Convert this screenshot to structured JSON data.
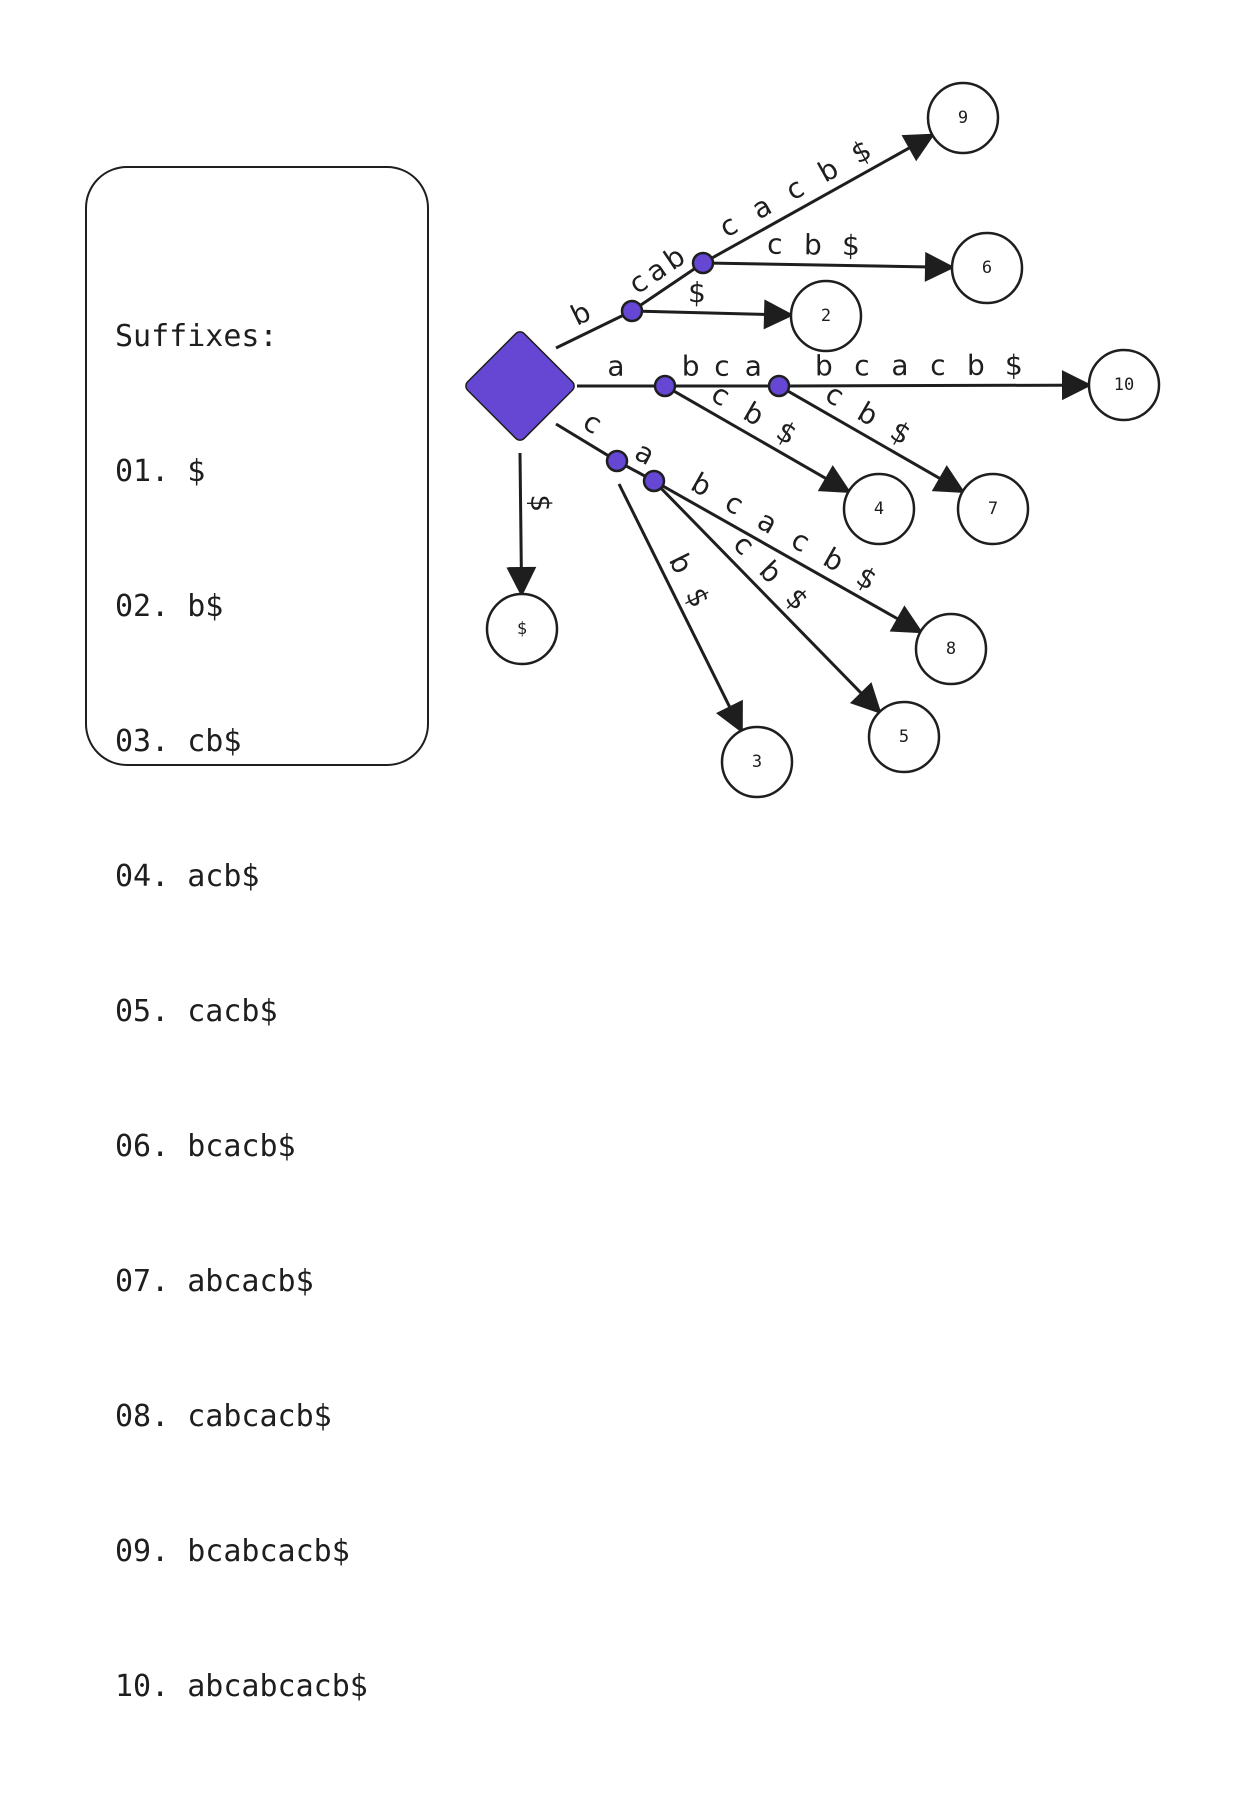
{
  "suffix_panel": {
    "title": "Suffixes:",
    "items": [
      "01. $",
      "02. b$",
      "03. cb$",
      "04. acb$",
      "05. cacb$",
      "06. bcacb$",
      "07. abcacb$",
      "08. cabcacb$",
      "09. bcabcacb$",
      "10. abcabcacb$"
    ]
  },
  "colors": {
    "node_fill": "#6547d4",
    "stroke": "#1e1e1e",
    "leaf_fill": "#ffffff"
  },
  "tree": {
    "root": {
      "id": "root",
      "shape": "diamond"
    },
    "internal_nodes": [
      "b",
      "bcab",
      "a",
      "abca",
      "c",
      "ca"
    ],
    "leaves": [
      {
        "id": "L9",
        "label": "9"
      },
      {
        "id": "L6",
        "label": "6"
      },
      {
        "id": "L2",
        "label": "2"
      },
      {
        "id": "L10",
        "label": "10"
      },
      {
        "id": "L4",
        "label": "4"
      },
      {
        "id": "L7",
        "label": "7"
      },
      {
        "id": "L8",
        "label": "8"
      },
      {
        "id": "L5",
        "label": "5"
      },
      {
        "id": "L3",
        "label": "3"
      },
      {
        "id": "Ldollar",
        "label": "$"
      }
    ],
    "edges": [
      {
        "from": "root",
        "to": "b",
        "label": "b"
      },
      {
        "from": "b",
        "to": "bcab",
        "label": "c a b"
      },
      {
        "from": "bcab",
        "to": "L9",
        "label": "c a c b $"
      },
      {
        "from": "bcab",
        "to": "L6",
        "label": "c b $"
      },
      {
        "from": "b",
        "to": "L2",
        "label": "$"
      },
      {
        "from": "root",
        "to": "a",
        "label": "a"
      },
      {
        "from": "a",
        "to": "abca",
        "label": "b c a"
      },
      {
        "from": "abca",
        "to": "L10",
        "label": "b c a c b $"
      },
      {
        "from": "a",
        "to": "L4",
        "label": "c b $"
      },
      {
        "from": "abca",
        "to": "L7",
        "label": "c b $"
      },
      {
        "from": "root",
        "to": "c",
        "label": "c"
      },
      {
        "from": "c",
        "to": "ca",
        "label": "a"
      },
      {
        "from": "ca",
        "to": "L8",
        "label": "b c a c b $"
      },
      {
        "from": "ca",
        "to": "L5",
        "label": "c b $"
      },
      {
        "from": "c",
        "to": "L3",
        "label": "b $"
      },
      {
        "from": "root",
        "to": "Ldollar",
        "label": "$"
      }
    ]
  }
}
